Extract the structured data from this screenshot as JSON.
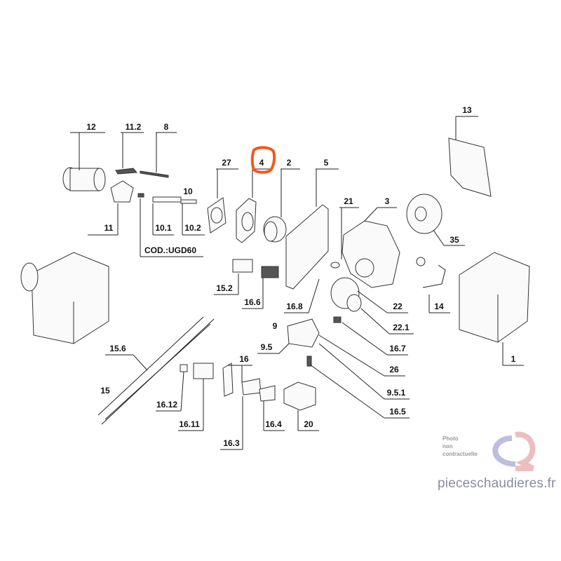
{
  "diagram": {
    "labels": {
      "l12": "12",
      "l11_2": "11.2",
      "l8": "8",
      "l27": "27",
      "l4": "4",
      "l2": "2",
      "l5": "5",
      "l21": "21",
      "l3": "3",
      "l13": "13",
      "l10": "10",
      "l11": "11",
      "l10_1": "10.1",
      "l10_2": "10.2",
      "cod": "COD.:UGD60",
      "l35": "35",
      "l15_2": "15.2",
      "l16_6": "16.6",
      "l16_8": "16.8",
      "l22": "22",
      "l22_1": "22.1",
      "l14": "14",
      "l16_7": "16.7",
      "l9": "9",
      "l9_5": "9.5",
      "l26": "26",
      "l1": "1",
      "l9_5_1": "9.5.1",
      "l16": "16",
      "l15_6": "15.6",
      "l15": "15",
      "l16_12": "16.12",
      "l16_11": "16.11",
      "l16_5": "16.5",
      "l16_4": "16.4",
      "l20": "20",
      "l16_3": "16.3"
    },
    "highlighted_part": "4",
    "highlight_color": "#f05a1a"
  },
  "watermark": {
    "photo_note_lines": [
      "Photo",
      "non",
      "contractuelle"
    ],
    "site": "pieceschaudieres.fr"
  }
}
